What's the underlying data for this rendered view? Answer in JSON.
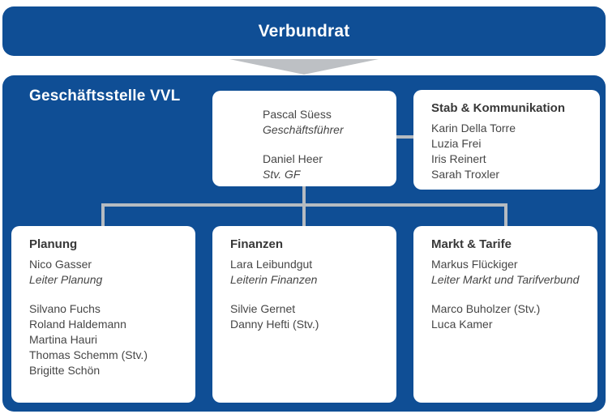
{
  "root_board": {
    "title": "Verbundrat"
  },
  "office": {
    "title": "Geschäftsstelle VVL",
    "management": {
      "name1": "Pascal Süess",
      "role1": "Geschäftsführer",
      "name2": "Daniel Heer",
      "role2": "Stv. GF"
    },
    "staff": {
      "title": "Stab & Kommunikation",
      "members": [
        "Karin Della Torre",
        "Luzia Frei",
        "Iris Reinert",
        "Sarah Troxler"
      ]
    },
    "departments": [
      {
        "title": "Planung",
        "lead": "Nico Gasser",
        "lead_role": "Leiter Planung",
        "members": [
          "Silvano Fuchs",
          "Roland Haldemann",
          "Martina Hauri",
          "Thomas Schemm (Stv.)",
          "Brigitte Schön"
        ]
      },
      {
        "title": "Finanzen",
        "lead": "Lara Leibundgut",
        "lead_role": "Leiterin Finanzen",
        "members": [
          "Silvie Gernet",
          "Danny Hefti (Stv.)"
        ]
      },
      {
        "title": "Markt & Tarife",
        "lead": "Markus Flückiger",
        "lead_role": "Leiter Markt und Tarifverbund",
        "members": [
          "Marco Buholzer (Stv.)",
          "Luca Kamer"
        ]
      }
    ]
  },
  "colors": {
    "brand_blue": "#0F4E95",
    "connector_gray": "#B5BBC1",
    "arrow_gray": "#BDC0C4",
    "text_gray": "#464646"
  }
}
